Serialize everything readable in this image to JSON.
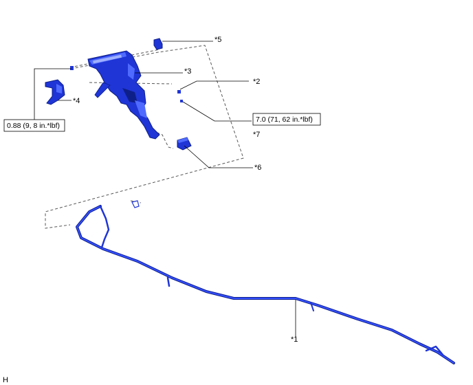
{
  "callouts": {
    "c1": "*1",
    "c2": "*2",
    "c3": "*3",
    "c4": "*4",
    "c5": "*5",
    "c6": "*6",
    "c7": "*7"
  },
  "torque": {
    "left": "0.88 (9, 8 in.*lbf)",
    "right": "7.0 (71, 62 in.*lbf)"
  },
  "corner_mark": "H",
  "colors": {
    "part_blue": "#1f35d6",
    "part_dark": "#0e1f8a",
    "part_light": "#4f6bff",
    "line": "#000000"
  }
}
